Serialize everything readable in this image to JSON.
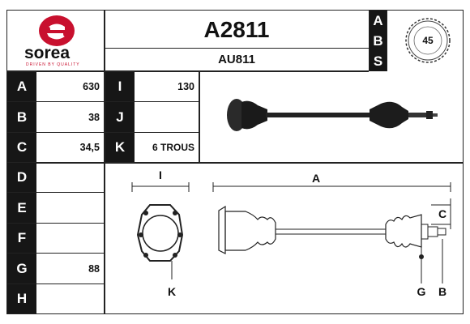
{
  "brand": {
    "name": "sorea",
    "tagline": "DRIVEN BY QUALITY",
    "colors": {
      "red": "#c8102e",
      "dark": "#161616"
    }
  },
  "product": {
    "code": "A2811",
    "ref": "AU811",
    "teeth": "45"
  },
  "abs_letters": [
    "A",
    "B",
    "S"
  ],
  "rows": [
    {
      "label": "A",
      "value": "630",
      "label2": "I",
      "value2": "130"
    },
    {
      "label": "B",
      "value": "38",
      "label2": "J",
      "value2": ""
    },
    {
      "label": "C",
      "value": "34,5",
      "label2": "K",
      "value2": "6 TROUS"
    },
    {
      "label": "D",
      "value": ""
    },
    {
      "label": "E",
      "value": ""
    },
    {
      "label": "F",
      "value": ""
    },
    {
      "label": "G",
      "value": "88"
    },
    {
      "label": "H",
      "value": ""
    }
  ],
  "diagram_labels": {
    "I": "I",
    "K": "K",
    "A": "A",
    "C": "C",
    "G": "G",
    "B": "B"
  }
}
